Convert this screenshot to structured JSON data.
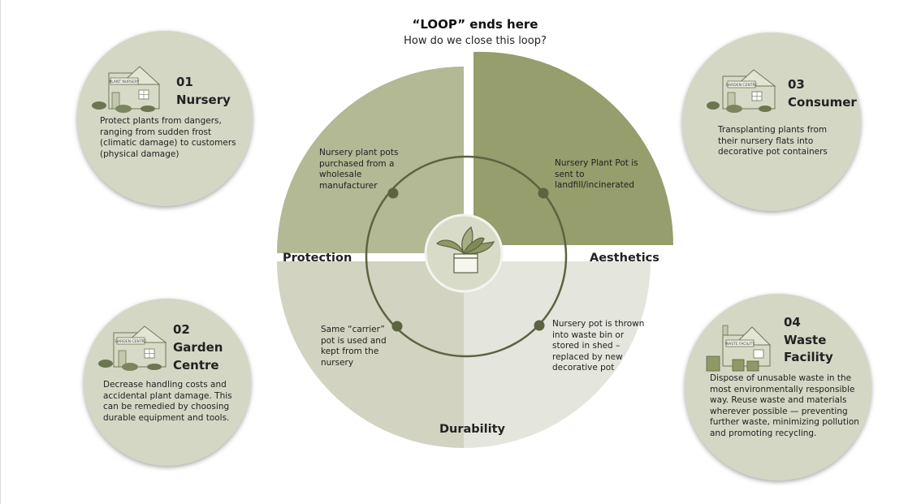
{
  "title": "“LOOP” ends here",
  "subtitle": "How do we close this loop?",
  "stages": {
    "nursery": {
      "number": "01",
      "name": "Nursery",
      "sign": "PLANT NURSERY",
      "description": "Protect plants from dangers, ranging from sudden frost (climatic damage) to customers (physical damage)"
    },
    "garden_centre": {
      "number": "02",
      "name_line1": "Garden",
      "name_line2": "Centre",
      "sign": "GARDEN CENTRE",
      "description": "Decrease handling costs and accidental plant damage. This can be remedied by choosing durable equipment and tools."
    },
    "consumer": {
      "number": "03",
      "name": "Consumer",
      "sign": "GARDEN CENTRE",
      "description": "Transplanting plants from their nursery flats into decorative pot containers"
    },
    "waste_facility": {
      "number": "04",
      "name_line1": "Waste",
      "name_line2": "Facility",
      "sign": "WASTE FACILITY",
      "description": "Dispose of unusable waste in the most environmentally responsible way. Reuse waste and materials wherever possible — preventing further waste, minimizing pollution and promoting recycling."
    }
  },
  "wheel": {
    "quadrants": {
      "protection": {
        "label": "Protection",
        "color": "#b3b895",
        "text": "Nursery plant pots purchased from a wholesale manufacturer"
      },
      "aesthetics": {
        "label": "Aesthetics",
        "color": "#959e6c",
        "text": "Nursery Plant Pot is sent to landfill/incinerated"
      },
      "durability": {
        "label": "Durability",
        "color": "#d2d4c1",
        "text": "Same “carrier” pot is used and kept from the nursery"
      },
      "waste": {
        "color": "#e4e5dc",
        "text": "Nursery pot is thrown into waste bin or stored in shed – replaced by new decorative pot"
      }
    },
    "ring_color": "#5b6341",
    "center_icon": "potted-plant-icon"
  },
  "colors": {
    "stage_circle": "#d4d7c4",
    "house_fill": "#d7dac6",
    "house_stroke": "#6f7657"
  }
}
